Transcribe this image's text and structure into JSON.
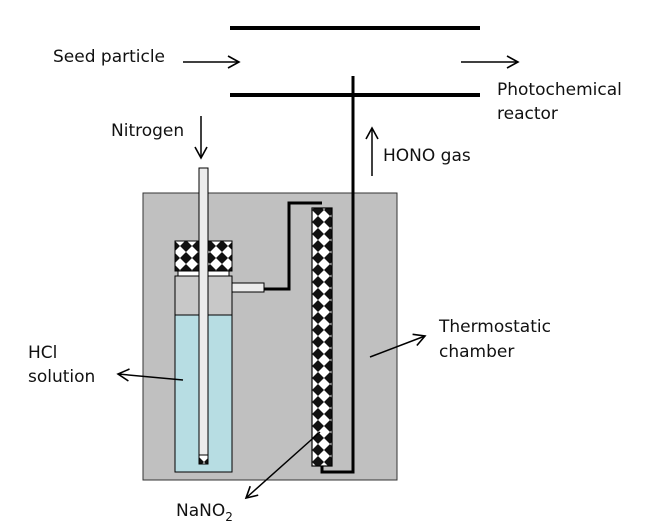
{
  "labels": {
    "seed_particle": "Seed particle",
    "photochemical_line1": "Photochemical",
    "photochemical_line2": "reactor",
    "nitrogen": "Nitrogen",
    "hono_gas": "HONO gas",
    "thermostatic_line1": "Thermostatic",
    "thermostatic_line2": "chamber",
    "hcl_line1": "HCl",
    "hcl_line2": "solution",
    "nano2_main": "NaNO",
    "nano2_sub": "2"
  },
  "colors": {
    "chamber": "#c0c0c0",
    "solution": "#b7dde3",
    "line": "#000000"
  }
}
